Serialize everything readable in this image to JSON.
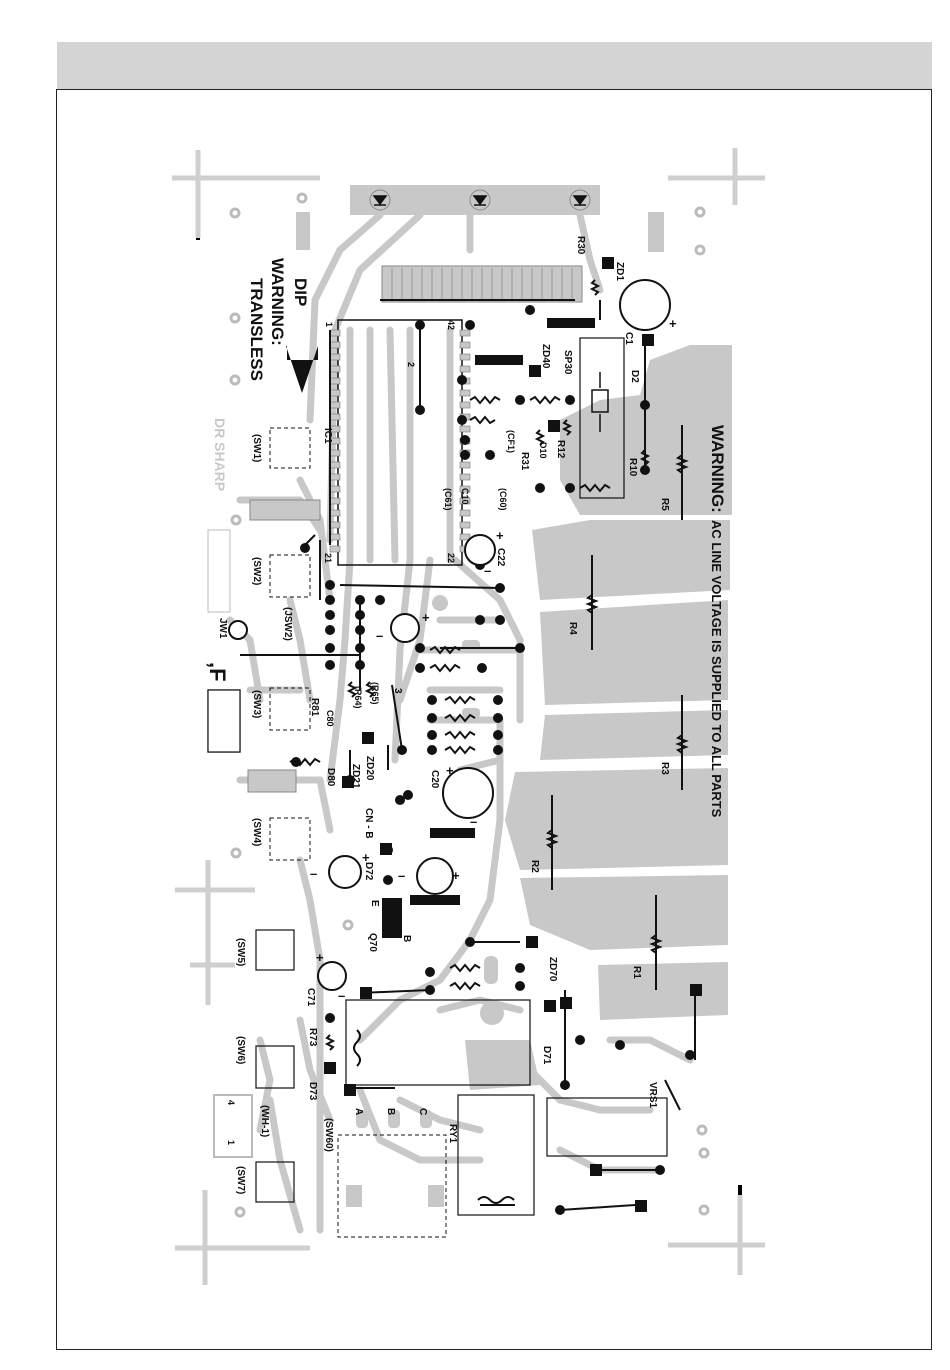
{
  "page": {
    "header_bar_color": "#d4d4d4",
    "copper_color": "#c8c8c8",
    "component_color": "#111111"
  },
  "board": {
    "warning_title": "WARNING:",
    "warning_text": "AC LINE VOLTAGE IS SUPPLIED TO ALL PARTS",
    "dip_label": "DIP",
    "translees_warning_1": "WARNING:",
    "translees_warning_2": "TRANSLESS",
    "silk_marking": "DR SHARP",
    "f_mark": ",F",
    "ic1": {
      "label": "IC1",
      "pin1": "1",
      "pin2": "2",
      "pin21": "21",
      "pin22": "22",
      "pin42": "42"
    },
    "resistors": [
      "R1",
      "R2",
      "R3",
      "R4",
      "R5",
      "R10",
      "R12",
      "R30",
      "R31",
      "R73",
      "R81",
      "(R64)",
      "(R65)"
    ],
    "capacitors": [
      "C1",
      "C20",
      "C22",
      "C71",
      "C10",
      "(C60)",
      "(C61)",
      "(CF1)",
      "C80"
    ],
    "diodes": [
      "D2",
      "D71",
      "D72",
      "D73",
      "D80",
      "D10"
    ],
    "zeners": [
      "ZD1",
      "ZD20",
      "ZD21",
      "ZD40",
      "ZD70"
    ],
    "switches": [
      "(SW1)",
      "(SW2)",
      "(SW3)",
      "(SW4)",
      "(SW5)",
      "(SW6)",
      "(SW7)",
      "(SW60)",
      "(JSW2)"
    ],
    "others": {
      "sp30": "SP30",
      "q70": "Q70",
      "q_e": "E",
      "q_b": "B",
      "cnb": "CN - B",
      "jw1": "JW1",
      "vrs1": "VRS1",
      "ry1": "RY1",
      "wh1": "(WH-1)",
      "wh_pin4": "4",
      "wh_pin1": "1",
      "relay_a": "A",
      "relay_b": "B",
      "relay_c": "C",
      "three": "3",
      "plus": "+",
      "minus": "–"
    }
  }
}
